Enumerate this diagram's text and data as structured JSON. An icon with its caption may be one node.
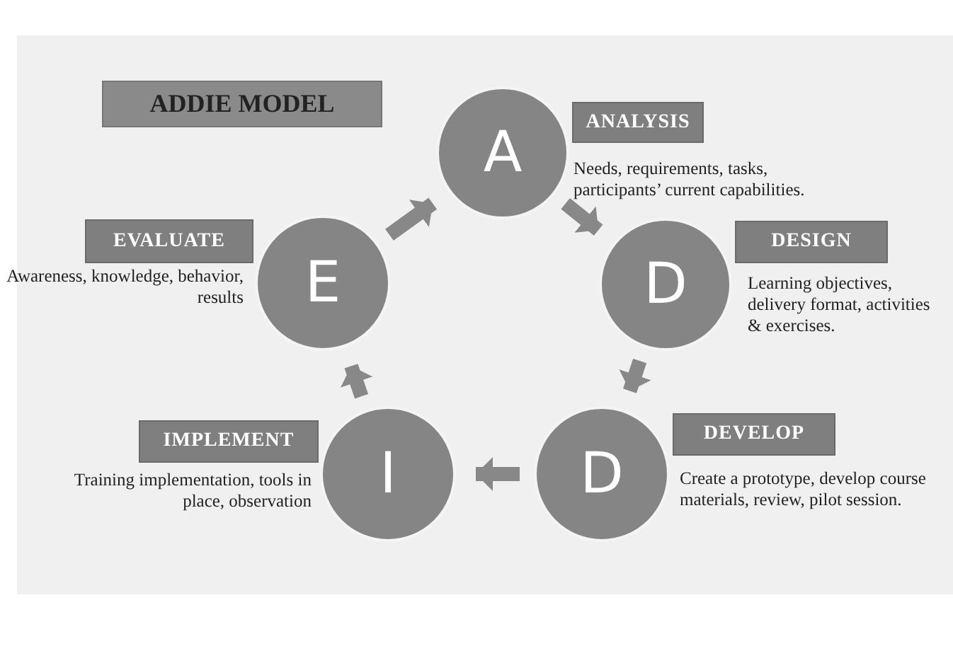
{
  "diagram": {
    "title": "ADDIE MODEL",
    "nodes": [
      {
        "text": [
          "A"
        ]
      },
      {
        "text": [
          "ANALYSIS"
        ]
      },
      {
        "text": [
          "D"
        ]
      },
      {
        "text": [
          "DESIGN"
        ]
      },
      {
        "text": [
          "D"
        ]
      },
      {
        "text": [
          "DEVELOP"
        ]
      },
      {
        "text": [
          "I"
        ]
      },
      {
        "text": [
          "IMPLEMENT"
        ]
      },
      {
        "text": [
          "E"
        ]
      },
      {
        "text": [
          "EVALUATE"
        ]
      }
    ],
    "edges": [
      {
        "from": 0,
        "to": 2,
        "arrow": "to"
      },
      {
        "from": 2,
        "to": 4,
        "arrow": "to"
      },
      {
        "from": 4,
        "to": 6,
        "arrow": "to"
      },
      {
        "from": 6,
        "to": 8,
        "arrow": "to"
      },
      {
        "from": 8,
        "to": 0,
        "arrow": "to"
      }
    ],
    "labels": [
      "Awareness, knowledge, behavior, results",
      "Needs, requirements, tasks, participants’ current capabilities.",
      "Learning objectives, delivery format, activities & exercises.",
      "Training implementation, tools in place, observation",
      "Create a prototype, develop course materials, review, pilot session."
    ]
  }
}
